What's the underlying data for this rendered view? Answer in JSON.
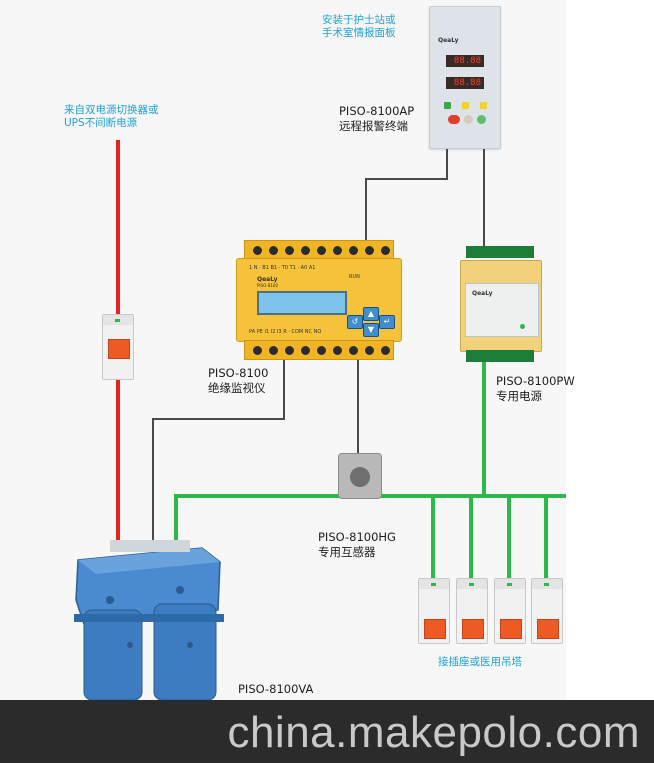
{
  "labels": {
    "panel_mount": "安装于护士站或\n手术室情报面板",
    "remote_model": "PISO-8100AP",
    "remote_desc": "远程报警终端",
    "source_note": "来自双电源切换器或\nUPS不间断电源",
    "monitor_model": "PISO-8100",
    "monitor_desc": "绝缘监视仪",
    "psu_model": "PISO-8100PW",
    "psu_desc": "专用电源",
    "ct_model": "PISO-8100HG",
    "ct_desc": "专用互感器",
    "outlets": "接插座或医用吊塔",
    "transformer_model": "PISO-8100VA"
  },
  "watermark": "china.makepolo.com",
  "device_text": {
    "panel_brand": "QeaLy",
    "panel_digits_top": "88.88",
    "panel_digits_bottom": "88.88",
    "monitor_brand": "QeaLy",
    "monitor_model_small": "PISO-8100",
    "monitor_top_terminals": "1  N  ·  B1  B1  ·  T0  T1  ·  A0  A1",
    "monitor_bottom_terminals": "PA  PE  I1  I2  I3  R  ·  COM  NC  NO",
    "monitor_run": "RUN",
    "psu_brand": "QeaLy"
  },
  "colors": {
    "red_wire": "#e8231f",
    "green_wire": "#2db84a",
    "dark_wire": "#4a4a4a",
    "label_blue": "#1fa1d6",
    "monitor_yellow": "#f5c23a",
    "transformer_blue": "#3d7cc0"
  }
}
